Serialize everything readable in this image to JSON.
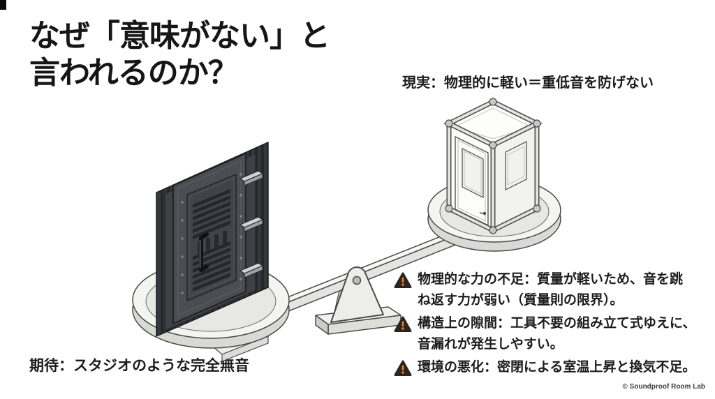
{
  "page": {
    "background": "#ffffff",
    "text_color": "#1c1c1c"
  },
  "title": {
    "text": "なぜ「意味がない」と\n言われるのか？"
  },
  "labels": {
    "reality": "現実：物理的に軽い＝重低音を防げない",
    "expectation": "期待：スタジオのような完全無音"
  },
  "warnings": {
    "icon": "warning-triangle-icon",
    "icon_color": "#2b2420",
    "exclamation_color": "#e8831d",
    "items": [
      {
        "text": "物理的な力の不足：質量が軽いため、音を跳\nね返す力が弱い（質量則の限界）。"
      },
      {
        "text": "構造上の隙間：工具不要の組み立て式ゆえに、\n音漏れが発生しやすい。"
      },
      {
        "text": "環境の悪化：密閉による室温上昇と換気不足。"
      }
    ]
  },
  "illustration": {
    "name": "balance-scale-comparison",
    "left_object": "heavy-soundproof-door-on-lower-pan",
    "right_object": "lightweight-assemble-booth-on-raised-pan",
    "colors": {
      "door_dark": "#4a4e52",
      "door_fins": "#34383b",
      "vent_dark": "#24272b",
      "hinge_light": "#cfd3d7",
      "metal_light": "#f4f4f1",
      "metal_mid": "#d9d9d5",
      "outline": "#4a4a4a"
    }
  },
  "footer": {
    "copyright": "© Soundproof Room Lab"
  }
}
